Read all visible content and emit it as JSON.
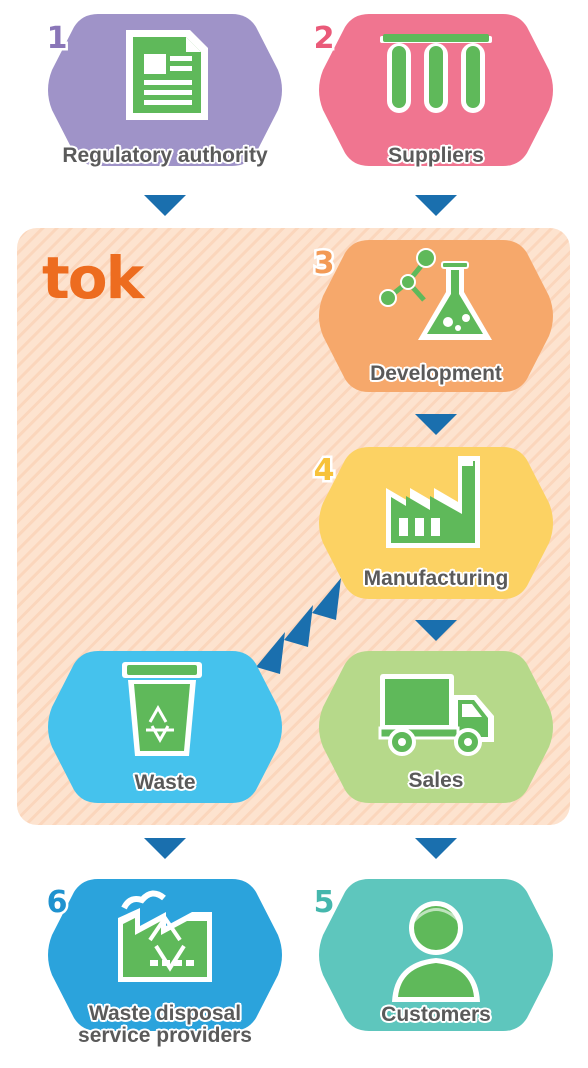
{
  "logo": "tok",
  "colors": {
    "regulatory": "#9f93c8",
    "suppliers": "#f07590",
    "development": "#f6a86b",
    "manufacturing": "#fcd263",
    "waste": "#45c2ed",
    "sales": "#b6d98a",
    "customers": "#5ec6bd",
    "disposal": "#2ba3dc",
    "icon": "#5fb95a",
    "arrow": "#1a6fae",
    "region": "#fde3cf",
    "logo": "#ed6c1f"
  },
  "nodes": {
    "regulatory": {
      "number": "1",
      "label": "Regulatory authority",
      "icon": "document-icon"
    },
    "suppliers": {
      "number": "2",
      "label": "Suppliers",
      "icon": "test-tubes-icon"
    },
    "development": {
      "number": "3",
      "label": "Development",
      "icon": "flask-molecule-icon"
    },
    "manufacturing": {
      "number": "4",
      "label": "Manufacturing",
      "icon": "factory-icon"
    },
    "waste": {
      "label": "Waste",
      "icon": "recycle-bin-icon"
    },
    "sales": {
      "label": "Sales",
      "icon": "truck-icon"
    },
    "customers": {
      "number": "5",
      "label": "Customers",
      "icon": "person-icon"
    },
    "disposal": {
      "number": "6",
      "label_line1": "Waste disposal",
      "label_line2": "service providers",
      "icon": "recycling-factory-icon"
    }
  }
}
